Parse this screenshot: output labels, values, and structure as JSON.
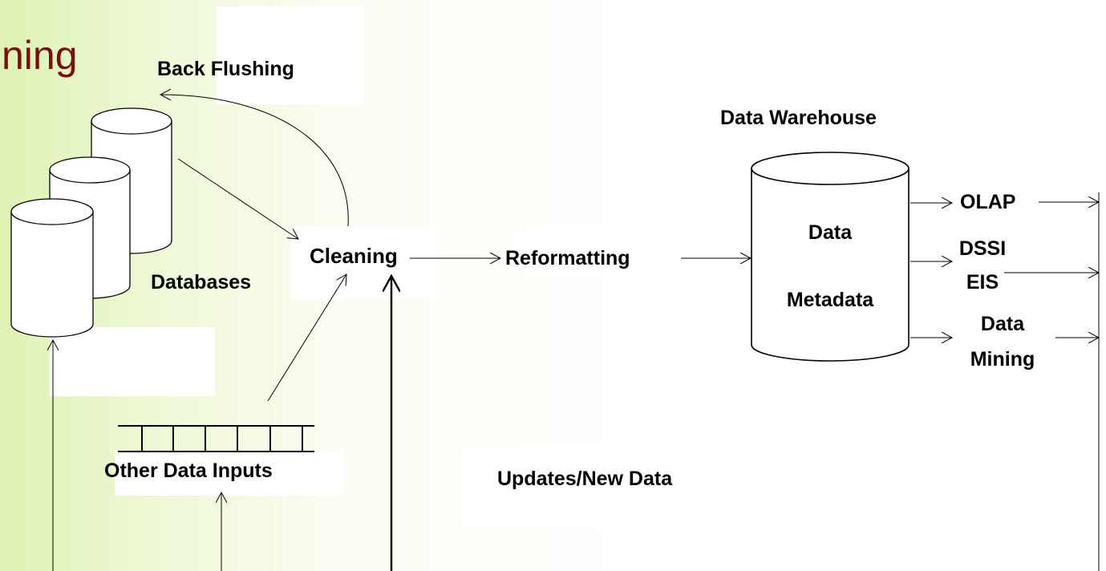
{
  "slide": {
    "title": "ning"
  },
  "diagram": {
    "back_flushing": "Back Flushing",
    "databases": "Databases",
    "cleaning": "Cleaning",
    "reformatting": "Reformatting",
    "data_warehouse": "Data Warehouse",
    "warehouse_data": "Data",
    "warehouse_metadata": "Metadata",
    "olap": "OLAP",
    "dssi": "DSSI",
    "eis": "EIS",
    "data_mining_1": "Data",
    "data_mining_2": "Mining",
    "other_inputs": "Other Data Inputs",
    "updates": "Updates/New Data"
  }
}
